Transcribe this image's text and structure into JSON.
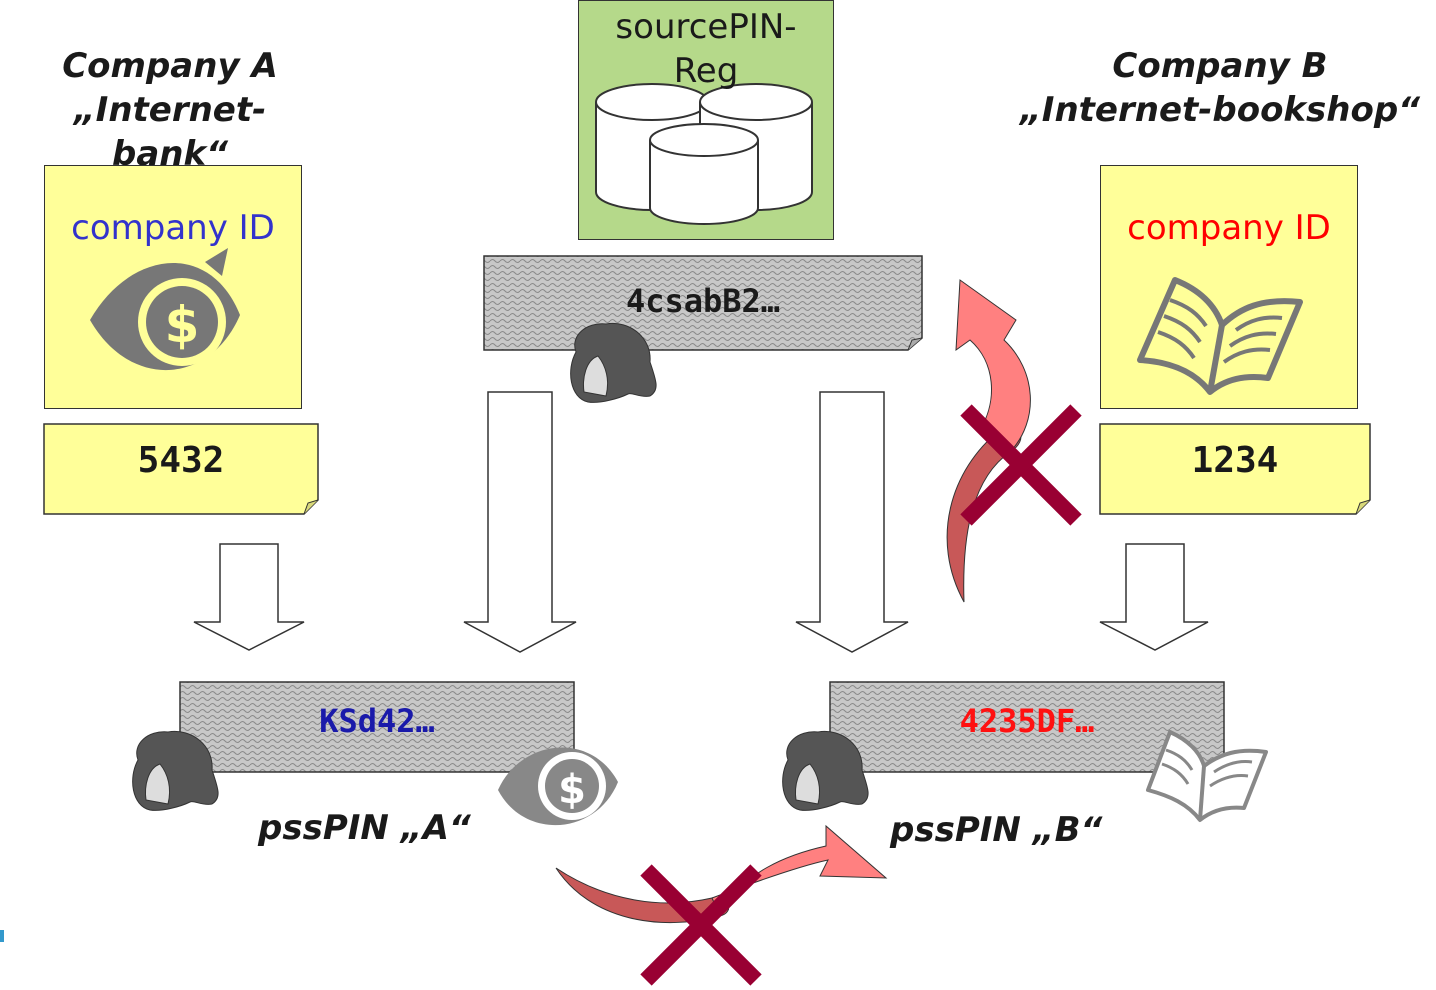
{
  "company_a": {
    "name": "Company A",
    "description": "„Internet-bank“",
    "id_label": "company ID",
    "id_label_color": "#3333cc",
    "id_value": "5432",
    "icon": "dollar-eye-icon"
  },
  "company_b": {
    "name": "Company B",
    "description": "„Internet-bookshop“",
    "id_label": "company ID",
    "id_label_color": "#ff0000",
    "id_value": "1234",
    "icon": "open-book-icon"
  },
  "registry": {
    "label": "sourcePIN-Reg",
    "icon": "database-cylinders-icon",
    "color": "#b5d98a"
  },
  "source_pin": {
    "value": "4csabB2…"
  },
  "pss_a": {
    "value": "KSd42…",
    "value_color": "#1a1aaa",
    "label": "pssPIN „A“"
  },
  "pss_b": {
    "value": "4235DF…",
    "value_color": "#ff1111",
    "label": "pssPIN „B“"
  },
  "colors": {
    "note": "#ffff99",
    "cross": "#990033",
    "curved_arrow": "#ff8080"
  }
}
